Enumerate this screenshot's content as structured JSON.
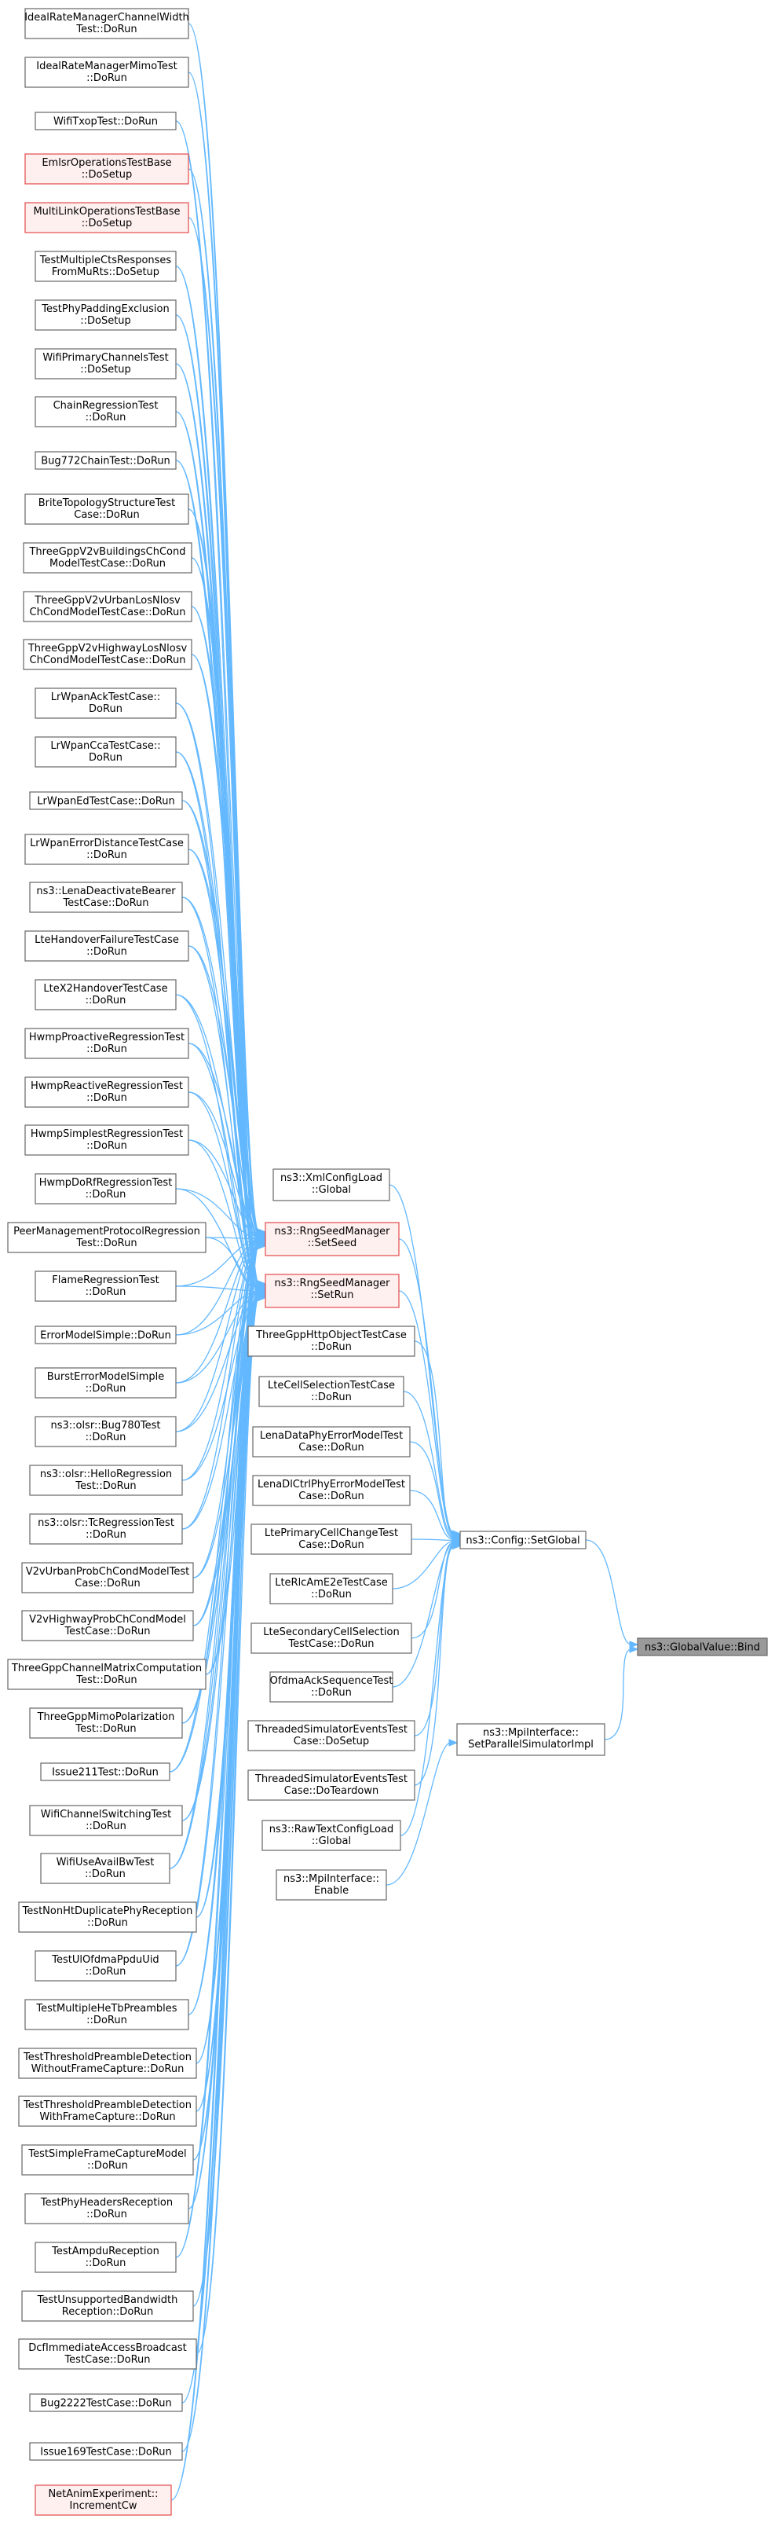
{
  "nodes": [
    {
      "id": "n0",
      "lines": [
        "IdealRateManagerChannelWidth",
        "Test::DoRun"
      ]
    },
    {
      "id": "n1",
      "lines": [
        "IdealRateManagerMimoTest",
        "::DoRun"
      ]
    },
    {
      "id": "n2",
      "lines": [
        "WifiTxopTest::DoRun"
      ]
    },
    {
      "id": "n3",
      "lines": [
        "EmlsrOperationsTestBase",
        "::DoSetup"
      ],
      "style": "red"
    },
    {
      "id": "n4",
      "lines": [
        "MultiLinkOperationsTestBase",
        "::DoSetup"
      ],
      "style": "red"
    },
    {
      "id": "n5",
      "lines": [
        "TestMultipleCtsResponses",
        "FromMuRts::DoSetup"
      ]
    },
    {
      "id": "n6",
      "lines": [
        "TestPhyPaddingExclusion",
        "::DoSetup"
      ]
    },
    {
      "id": "n7",
      "lines": [
        "WifiPrimaryChannelsTest",
        "::DoSetup"
      ]
    },
    {
      "id": "n8",
      "lines": [
        "ChainRegressionTest",
        "::DoRun"
      ]
    },
    {
      "id": "n9",
      "lines": [
        "Bug772ChainTest::DoRun"
      ]
    },
    {
      "id": "n10",
      "lines": [
        "BriteTopologyStructureTest",
        "Case::DoRun"
      ]
    },
    {
      "id": "n11",
      "lines": [
        "ThreeGppV2vBuildingsChCond",
        "ModelTestCase::DoRun"
      ]
    },
    {
      "id": "n12",
      "lines": [
        "ThreeGppV2vUrbanLosNlosv",
        "ChCondModelTestCase::DoRun"
      ]
    },
    {
      "id": "n13",
      "lines": [
        "ThreeGppV2vHighwayLosNlosv",
        "ChCondModelTestCase::DoRun"
      ]
    },
    {
      "id": "n14",
      "lines": [
        "LrWpanAckTestCase::",
        "DoRun"
      ]
    },
    {
      "id": "n15",
      "lines": [
        "LrWpanCcaTestCase::",
        "DoRun"
      ]
    },
    {
      "id": "n16",
      "lines": [
        "LrWpanEdTestCase::DoRun"
      ]
    },
    {
      "id": "n17",
      "lines": [
        "LrWpanErrorDistanceTestCase",
        "::DoRun"
      ]
    },
    {
      "id": "n18",
      "lines": [
        "ns3::LenaDeactivateBearer",
        "TestCase::DoRun"
      ]
    },
    {
      "id": "n19",
      "lines": [
        "LteHandoverFailureTestCase",
        "::DoRun"
      ]
    },
    {
      "id": "n20",
      "lines": [
        "LteX2HandoverTestCase",
        "::DoRun"
      ]
    },
    {
      "id": "n21",
      "lines": [
        "HwmpProactiveRegressionTest",
        "::DoRun"
      ]
    },
    {
      "id": "n22",
      "lines": [
        "HwmpReactiveRegressionTest",
        "::DoRun"
      ]
    },
    {
      "id": "n23",
      "lines": [
        "HwmpSimplestRegressionTest",
        "::DoRun"
      ]
    },
    {
      "id": "n24",
      "lines": [
        "HwmpDoRfRegressionTest",
        "::DoRun"
      ]
    },
    {
      "id": "n25",
      "lines": [
        "PeerManagementProtocolRegression",
        "Test::DoRun"
      ]
    },
    {
      "id": "n26",
      "lines": [
        "FlameRegressionTest",
        "::DoRun"
      ]
    },
    {
      "id": "n27",
      "lines": [
        "ErrorModelSimple::DoRun"
      ]
    },
    {
      "id": "n28",
      "lines": [
        "BurstErrorModelSimple",
        "::DoRun"
      ]
    },
    {
      "id": "n29",
      "lines": [
        "ns3::olsr::Bug780Test",
        "::DoRun"
      ]
    },
    {
      "id": "n30",
      "lines": [
        "ns3::olsr::HelloRegression",
        "Test::DoRun"
      ]
    },
    {
      "id": "n31",
      "lines": [
        "ns3::olsr::TcRegressionTest",
        "::DoRun"
      ]
    },
    {
      "id": "n32",
      "lines": [
        "V2vUrbanProbChCondModelTest",
        "Case::DoRun"
      ]
    },
    {
      "id": "n33",
      "lines": [
        "V2vHighwayProbChCondModel",
        "TestCase::DoRun"
      ]
    },
    {
      "id": "n34",
      "lines": [
        "ThreeGppChannelMatrixComputation",
        "Test::DoRun"
      ]
    },
    {
      "id": "n35",
      "lines": [
        "ThreeGppMimoPolarization",
        "Test::DoRun"
      ]
    },
    {
      "id": "n36",
      "lines": [
        "Issue211Test::DoRun"
      ]
    },
    {
      "id": "n37",
      "lines": [
        "WifiChannelSwitchingTest",
        "::DoRun"
      ]
    },
    {
      "id": "n38",
      "lines": [
        "WifiUseAvailBwTest",
        "::DoRun"
      ]
    },
    {
      "id": "n39",
      "lines": [
        "TestNonHtDuplicatePhyReception",
        "::DoRun"
      ]
    },
    {
      "id": "n40",
      "lines": [
        "TestUlOfdmaPpduUid",
        "::DoRun"
      ]
    },
    {
      "id": "n41",
      "lines": [
        "TestMultipleHeTbPreambles",
        "::DoRun"
      ]
    },
    {
      "id": "n42",
      "lines": [
        "TestThresholdPreambleDetection",
        "WithoutFrameCapture::DoRun"
      ]
    },
    {
      "id": "n43",
      "lines": [
        "TestThresholdPreambleDetection",
        "WithFrameCapture::DoRun"
      ]
    },
    {
      "id": "n44",
      "lines": [
        "TestSimpleFrameCaptureModel",
        "::DoRun"
      ]
    },
    {
      "id": "n45",
      "lines": [
        "TestPhyHeadersReception",
        "::DoRun"
      ]
    },
    {
      "id": "n46",
      "lines": [
        "TestAmpduReception",
        "::DoRun"
      ]
    },
    {
      "id": "n47",
      "lines": [
        "TestUnsupportedBandwidth",
        "Reception::DoRun"
      ]
    },
    {
      "id": "n48",
      "lines": [
        "DcfImmediateAccessBroadcast",
        "TestCase::DoRun"
      ]
    },
    {
      "id": "n49",
      "lines": [
        "Bug2222TestCase::DoRun"
      ]
    },
    {
      "id": "n50",
      "lines": [
        "Issue169TestCase::DoRun"
      ]
    },
    {
      "id": "n51",
      "lines": [
        "NetAnimExperiment::",
        "IncrementCw"
      ],
      "style": "red"
    },
    {
      "id": "xml",
      "lines": [
        "ns3::XmlConfigLoad",
        "::Global"
      ]
    },
    {
      "id": "seed",
      "lines": [
        "ns3::RngSeedManager",
        "::SetSeed"
      ],
      "style": "red"
    },
    {
      "id": "run",
      "lines": [
        "ns3::RngSeedManager",
        "::SetRun"
      ],
      "style": "red"
    },
    {
      "id": "m3",
      "lines": [
        "ThreeGppHttpObjectTestCase",
        "::DoRun"
      ]
    },
    {
      "id": "m4",
      "lines": [
        "LteCellSelectionTestCase",
        "::DoRun"
      ]
    },
    {
      "id": "m5",
      "lines": [
        "LenaDataPhyErrorModelTest",
        "Case::DoRun"
      ]
    },
    {
      "id": "m6",
      "lines": [
        "LenaDlCtrlPhyErrorModelTest",
        "Case::DoRun"
      ]
    },
    {
      "id": "m7",
      "lines": [
        "LtePrimaryCellChangeTest",
        "Case::DoRun"
      ]
    },
    {
      "id": "m8",
      "lines": [
        "LteRlcAmE2eTestCase",
        "::DoRun"
      ]
    },
    {
      "id": "m9",
      "lines": [
        "LteSecondaryCellSelection",
        "TestCase::DoRun"
      ]
    },
    {
      "id": "m10",
      "lines": [
        "OfdmaAckSequenceTest",
        "::DoRun"
      ]
    },
    {
      "id": "m11",
      "lines": [
        "ThreadedSimulatorEventsTest",
        "Case::DoSetup"
      ]
    },
    {
      "id": "m12",
      "lines": [
        "ThreadedSimulatorEventsTest",
        "Case::DoTeardown"
      ]
    },
    {
      "id": "m13",
      "lines": [
        "ns3::RawTextConfigLoad",
        "::Global"
      ]
    },
    {
      "id": "m14",
      "lines": [
        "ns3::MpiInterface::",
        "Enable"
      ]
    },
    {
      "id": "cfg",
      "lines": [
        "ns3::Config::SetGlobal"
      ]
    },
    {
      "id": "mpi",
      "lines": [
        "ns3::MpiInterface::",
        "SetParallelSimulatorImpl"
      ]
    },
    {
      "id": "root",
      "lines": [
        "ns3::GlobalValue::Bind"
      ],
      "style": "root"
    }
  ]
}
